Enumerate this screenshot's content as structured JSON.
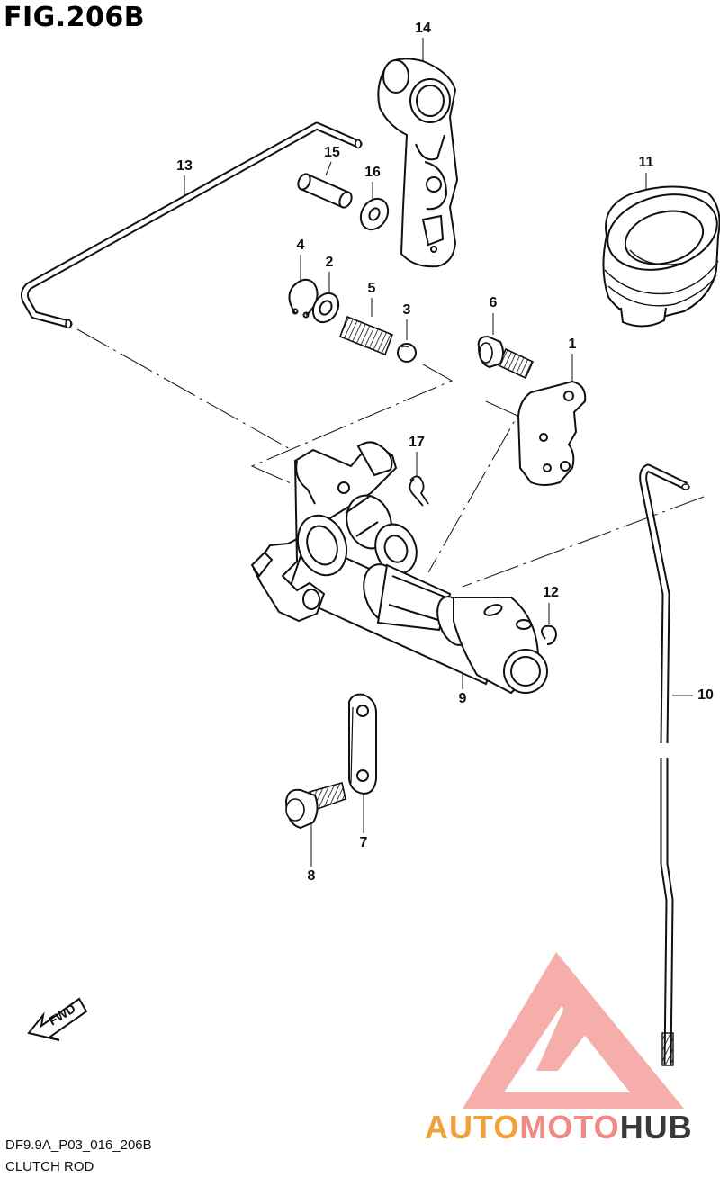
{
  "figure": {
    "title": "FIG.206B",
    "code": "DF9.9A_P03_016_206B",
    "caption": "CLUTCH ROD"
  },
  "fwd_label": "FWD",
  "brand": {
    "part1": "AUTO",
    "part2": "MOTO",
    "part3": "HUB",
    "colors": {
      "auto": "#f2a03a",
      "moto": "#ef8a86",
      "hub": "#3a3a3a",
      "logo": "#f08a84"
    }
  },
  "callouts": [
    "1",
    "2",
    "3",
    "4",
    "5",
    "6",
    "7",
    "8",
    "9",
    "10",
    "11",
    "12",
    "13",
    "14",
    "15",
    "16",
    "17"
  ]
}
